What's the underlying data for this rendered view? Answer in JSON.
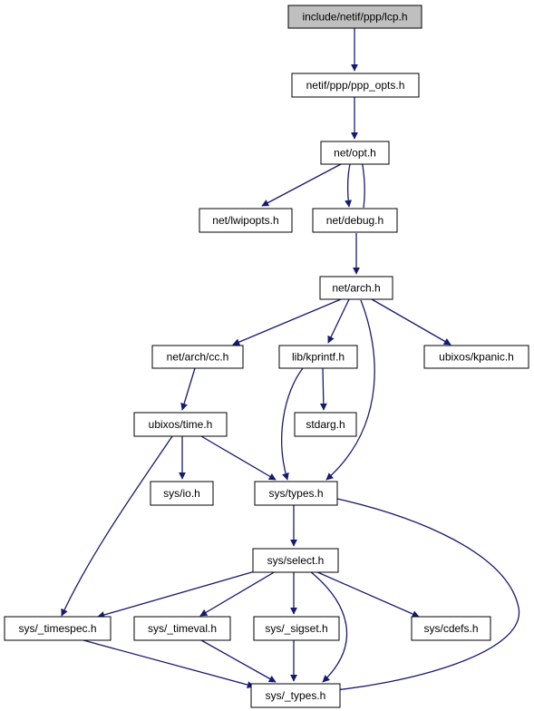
{
  "colors": {
    "edge": "#191970",
    "node_fill": "#ffffff",
    "root_fill": "#bfbfbf",
    "border": "#000000",
    "text": "#000000"
  },
  "nodes": {
    "lcp_h": {
      "label": "include/netif/ppp/lcp.h",
      "root": true
    },
    "ppp_opts_h": {
      "label": "netif/ppp/ppp_opts.h"
    },
    "opt_h": {
      "label": "net/opt.h"
    },
    "lwipopts_h": {
      "label": "net/lwipopts.h"
    },
    "debug_h": {
      "label": "net/debug.h"
    },
    "arch_h": {
      "label": "net/arch.h"
    },
    "arch_cc_h": {
      "label": "net/arch/cc.h"
    },
    "kprintf_h": {
      "label": "lib/kprintf.h"
    },
    "kpanic_h": {
      "label": "ubixos/kpanic.h"
    },
    "time_h": {
      "label": "ubixos/time.h"
    },
    "stdarg_h": {
      "label": "stdarg.h"
    },
    "io_h": {
      "label": "sys/io.h"
    },
    "types_h": {
      "label": "sys/types.h"
    },
    "select_h": {
      "label": "sys/select.h"
    },
    "timespec_h": {
      "label": "sys/_timespec.h"
    },
    "timeval_h": {
      "label": "sys/_timeval.h"
    },
    "sigset_h": {
      "label": "sys/_sigset.h"
    },
    "cdefs_h": {
      "label": "sys/cdefs.h"
    },
    "u_types_h": {
      "label": "sys/_types.h"
    }
  },
  "edges": [
    {
      "from": "lcp_h",
      "to": "ppp_opts_h"
    },
    {
      "from": "ppp_opts_h",
      "to": "opt_h"
    },
    {
      "from": "opt_h",
      "to": "lwipopts_h"
    },
    {
      "from": "opt_h",
      "to": "debug_h"
    },
    {
      "from": "debug_h",
      "to": "opt_h"
    },
    {
      "from": "debug_h",
      "to": "arch_h"
    },
    {
      "from": "arch_h",
      "to": "arch_cc_h"
    },
    {
      "from": "arch_h",
      "to": "kprintf_h"
    },
    {
      "from": "arch_h",
      "to": "kpanic_h"
    },
    {
      "from": "arch_h",
      "to": "types_h"
    },
    {
      "from": "arch_cc_h",
      "to": "time_h"
    },
    {
      "from": "kprintf_h",
      "to": "stdarg_h"
    },
    {
      "from": "kprintf_h",
      "to": "types_h"
    },
    {
      "from": "time_h",
      "to": "io_h"
    },
    {
      "from": "time_h",
      "to": "types_h"
    },
    {
      "from": "time_h",
      "to": "timespec_h"
    },
    {
      "from": "types_h",
      "to": "select_h"
    },
    {
      "from": "types_h",
      "to": "u_types_h"
    },
    {
      "from": "select_h",
      "to": "timespec_h"
    },
    {
      "from": "select_h",
      "to": "timeval_h"
    },
    {
      "from": "select_h",
      "to": "sigset_h"
    },
    {
      "from": "select_h",
      "to": "cdefs_h"
    },
    {
      "from": "select_h",
      "to": "u_types_h"
    },
    {
      "from": "timespec_h",
      "to": "u_types_h"
    },
    {
      "from": "timeval_h",
      "to": "u_types_h"
    },
    {
      "from": "sigset_h",
      "to": "u_types_h"
    }
  ]
}
